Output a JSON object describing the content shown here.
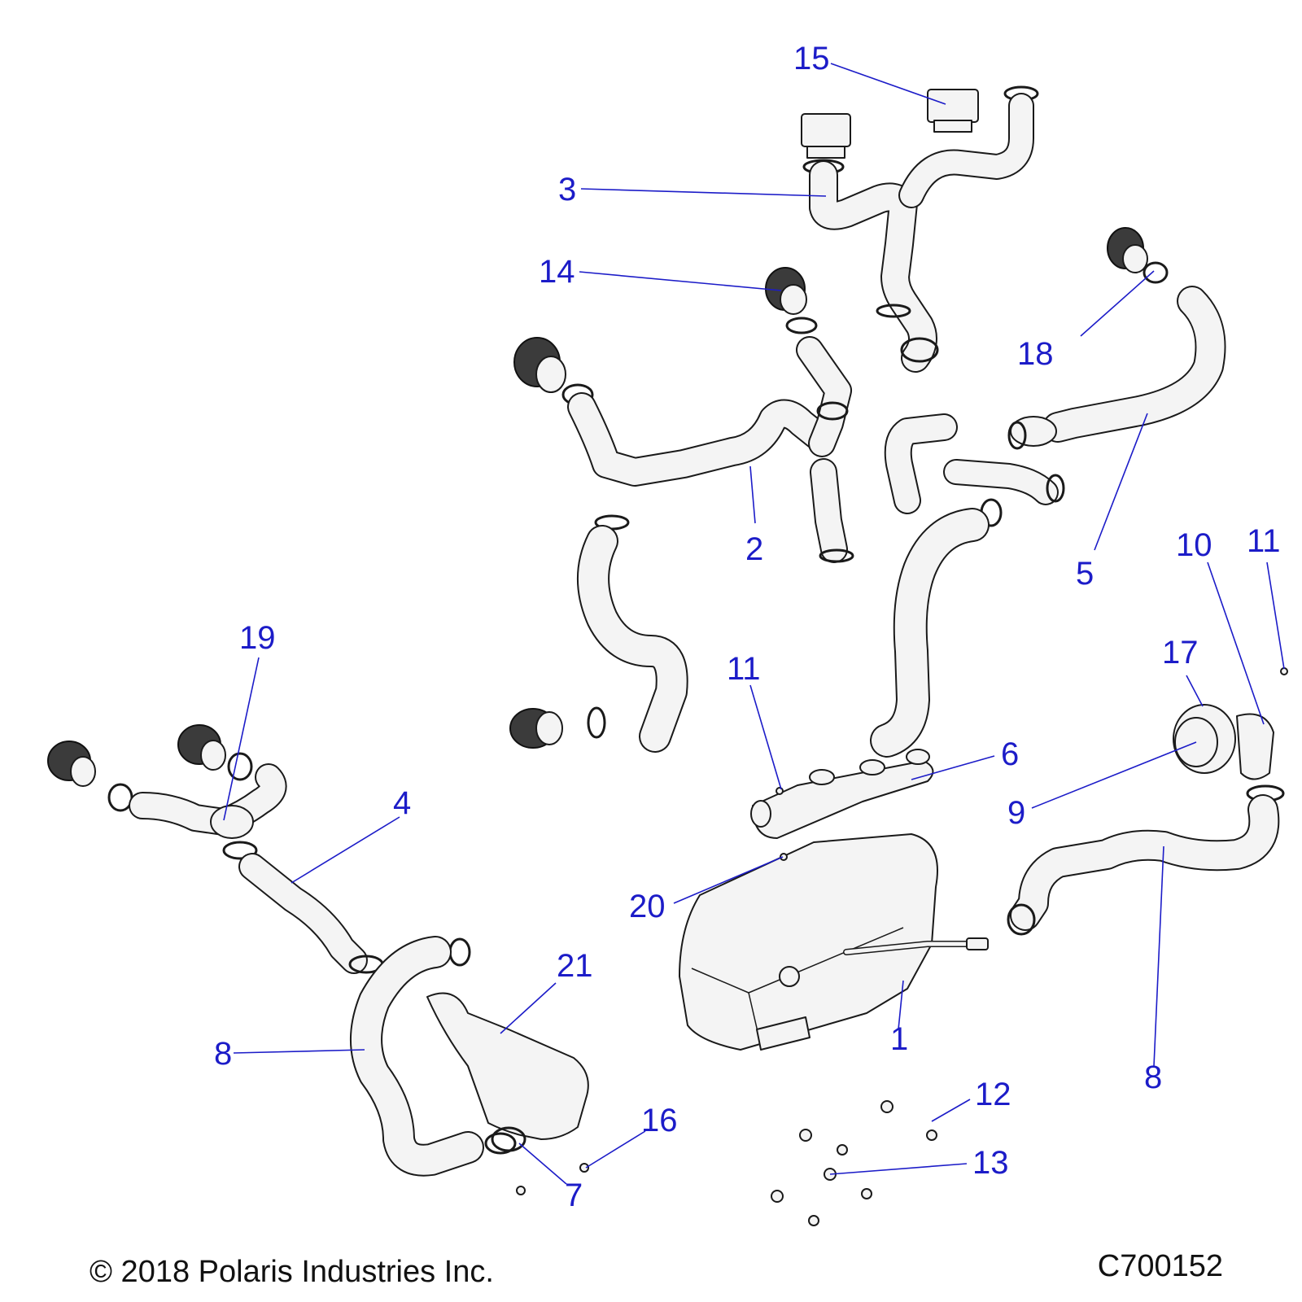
{
  "callouts": {
    "c1": "1",
    "c2": "2",
    "c3": "3",
    "c4": "4",
    "c5": "5",
    "c6": "6",
    "c7": "7",
    "c8a": "8",
    "c8b": "8",
    "c9": "9",
    "c10": "10",
    "c11a": "11",
    "c11b": "11",
    "c12": "12",
    "c13": "13",
    "c14": "14",
    "c15": "15",
    "c16": "16",
    "c17": "17",
    "c18": "18",
    "c19": "19",
    "c20": "20",
    "c21": "21"
  },
  "footer": {
    "copyright": "© 2018 Polaris Industries Inc.",
    "figure_id": "C700152"
  },
  "colors": {
    "callout": "#1c1cc8",
    "part_fill": "#f4f4f4",
    "outline": "#1a1a1a"
  }
}
